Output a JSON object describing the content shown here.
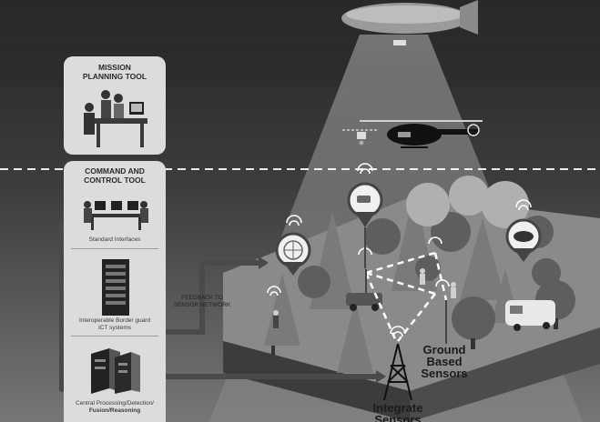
{
  "panels": {
    "mission": {
      "title_1": "MISSION",
      "title_2": "PLANNING TOOL"
    },
    "command": {
      "title_1": "COMMAND AND",
      "title_2": "CONTROL TOOL"
    },
    "standard_interfaces": "Standard Interfaces",
    "ict_line1": "Interoperable Border guard",
    "ict_line2": "ICT systems",
    "central_line1": "Central Processing/Detection/",
    "central_line2": "Fusion/Reasoning"
  },
  "labels": {
    "feedback_line1": "FEEDBACK TO",
    "feedback_line2": "SENSOR NETWORK",
    "ground_line1": "Ground",
    "ground_line2": "Based",
    "ground_line3": "Sensors",
    "integrate_line1": "Integrate",
    "integrate_line2": "Sensors"
  },
  "colors": {
    "sky_dark": "#2f2f2f",
    "sky_mid": "#6a6a6a",
    "ground": "#5a5a5a",
    "panel": "#dcdcdc",
    "arrow": "#4a4a4a",
    "dashed": "#ffffff"
  },
  "icons": [
    "airship-icon",
    "helicopter-icon",
    "drone-icon",
    "wifi-icon",
    "camera-sensor-icon",
    "radar-sensor-icon",
    "submarine-sensor-icon",
    "antenna-tower-icon",
    "server-rack-icon",
    "operator-desk-icon",
    "camper-van-icon",
    "tree-icon"
  ]
}
